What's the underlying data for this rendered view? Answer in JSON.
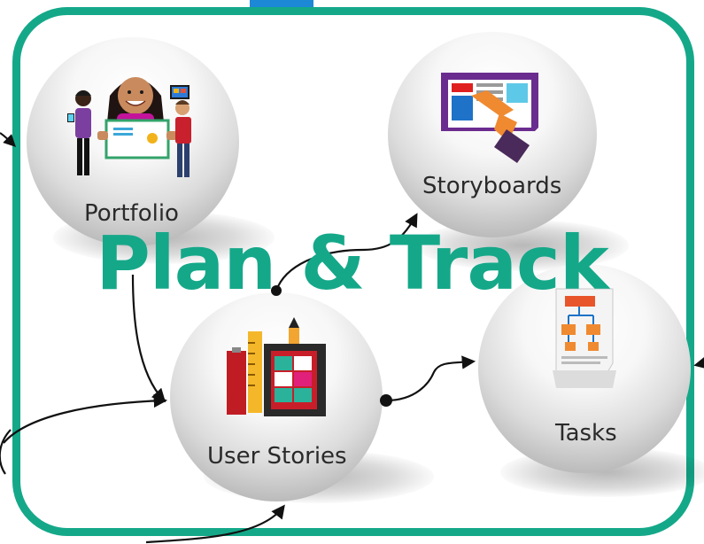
{
  "headline": "Plan & Track",
  "nodes": {
    "portfolio": "Portfolio",
    "storyboards": "Storyboards",
    "user_stories": "User Stories",
    "tasks": "Tasks"
  },
  "colors": {
    "frame": "#14a889",
    "headline": "#14a889",
    "top_peek": "#1d88d6",
    "connector": "#111111"
  },
  "icons": {
    "portfolio": "people-with-certificate-icon",
    "storyboards": "storyboard-touch-icon",
    "user_stories": "stationery-icon",
    "tasks": "task-flowchart-icon"
  }
}
